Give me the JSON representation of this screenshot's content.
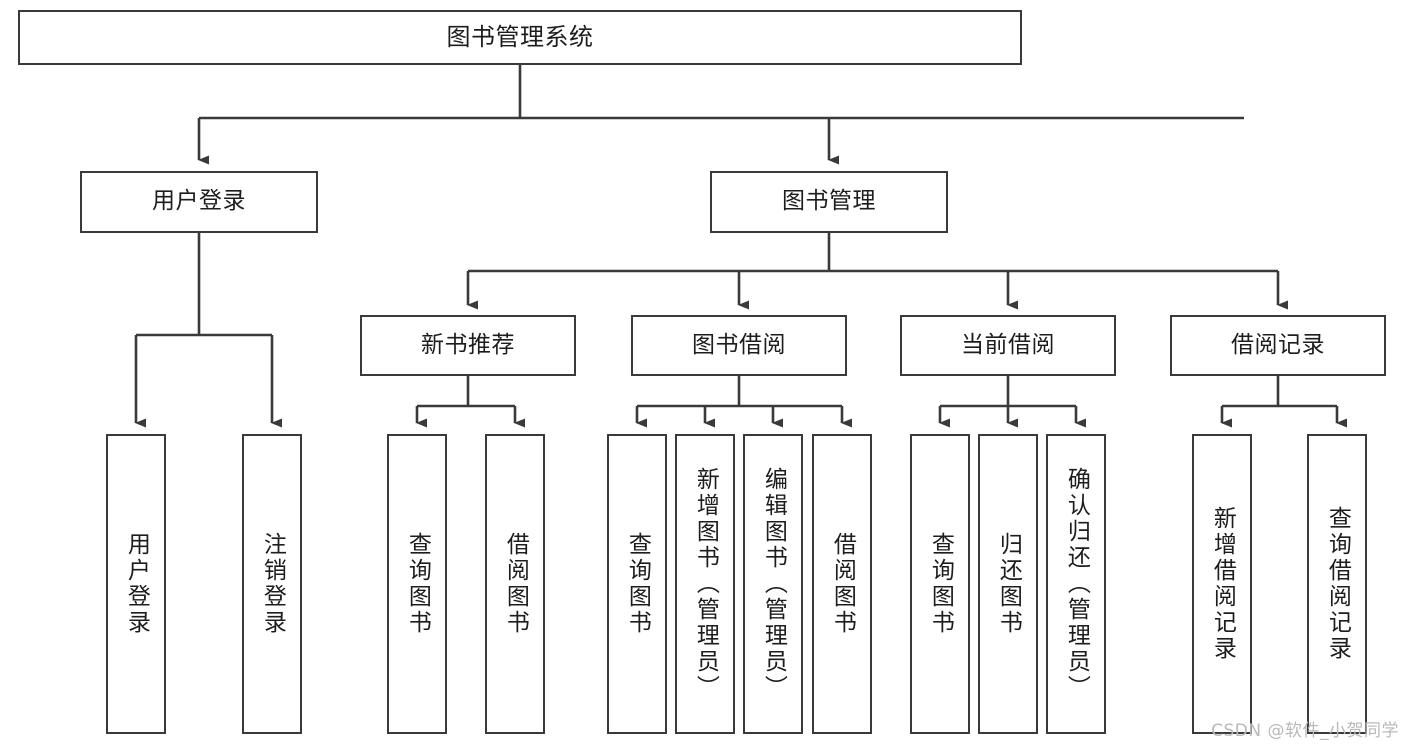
{
  "diagram": {
    "type": "tree",
    "title": "图书管理系统",
    "watermark": "CSDN @软件_小贺同学",
    "colors": {
      "border": "#3a3a3a",
      "background": "#ffffff",
      "text": "#1d1d1d",
      "edge": "#3a3a3a",
      "watermark": "#b9b9b9"
    },
    "nodes": {
      "root": {
        "label": "图书管理系统"
      },
      "level2": [
        {
          "label": "用户登录"
        },
        {
          "label": "图书管理"
        }
      ],
      "level3": [
        {
          "label": "新书推荐"
        },
        {
          "label": "图书借阅"
        },
        {
          "label": "当前借阅"
        },
        {
          "label": "借阅记录"
        }
      ],
      "leaves": {
        "user_login": [
          {
            "label": "用户登录"
          },
          {
            "label": "注销登录"
          }
        ],
        "new_books": [
          {
            "label": "查询图书"
          },
          {
            "label": "借阅图书"
          }
        ],
        "book_borrow": [
          {
            "label": "查询图书"
          },
          {
            "label": "新增图书（管理员）"
          },
          {
            "label": "编辑图书（管理员）"
          },
          {
            "label": "借阅图书"
          }
        ],
        "current_borrow": [
          {
            "label": "查询图书"
          },
          {
            "label": "归还图书"
          },
          {
            "label": "确认归还（管理员）"
          }
        ],
        "borrow_records": [
          {
            "label": "新增借阅记录"
          },
          {
            "label": "查询借阅记录"
          }
        ]
      }
    }
  }
}
